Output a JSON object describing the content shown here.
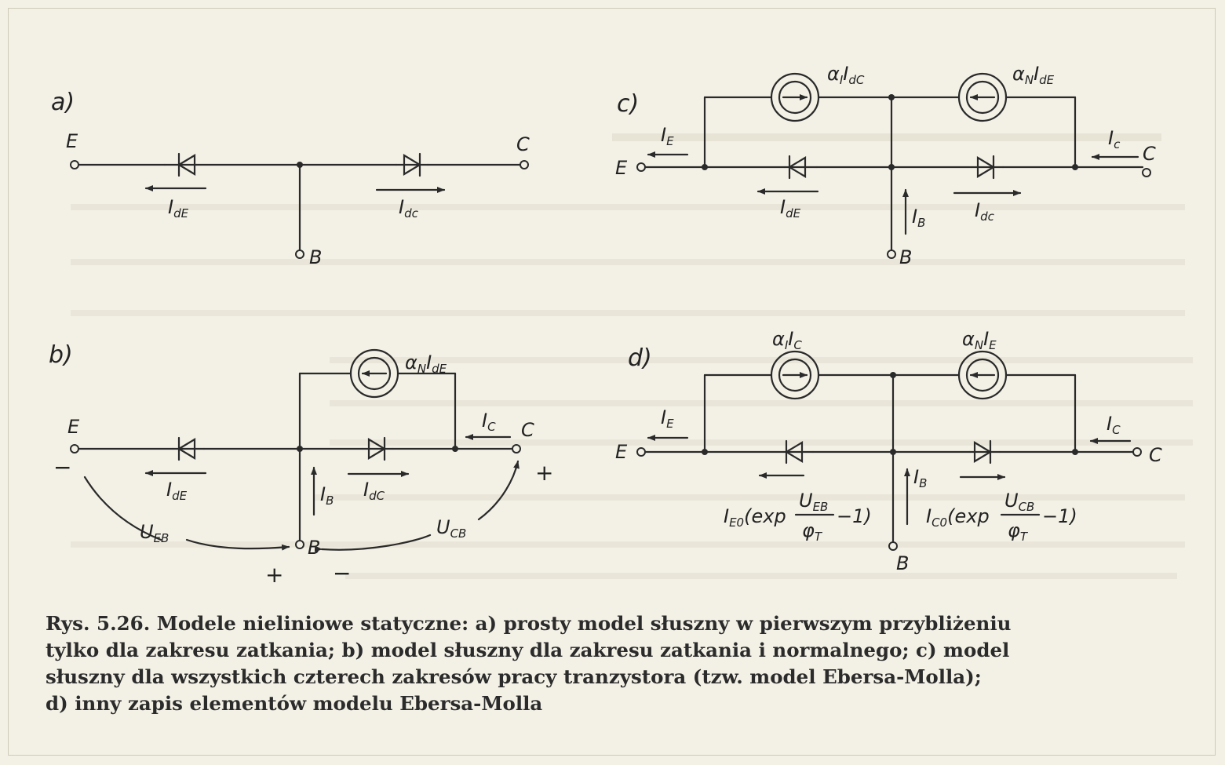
{
  "panels": {
    "a": {
      "tag": "a)",
      "terminals": {
        "emitter": "E",
        "collector": "C",
        "base": "B"
      },
      "currents": {
        "emitter_diode": "I",
        "emitter_diode_sub": "dE",
        "collector_diode": "I",
        "collector_diode_sub": "dc"
      }
    },
    "b": {
      "tag": "b)",
      "terminals": {
        "emitter": "E",
        "collector": "C",
        "base": "B"
      },
      "source": "α",
      "source_sub": "N",
      "source_i": "I",
      "source_i_sub": "dE",
      "currents": {
        "collector": "I",
        "collector_sub": "C",
        "emitter_diode": "I",
        "emitter_diode_sub": "dE",
        "base": "I",
        "base_sub": "B",
        "collector_diode": "I",
        "collector_diode_sub": "dC"
      },
      "voltages": {
        "ueb": "U",
        "ueb_sub": "EB",
        "ucb": "U",
        "ucb_sub": "CB"
      },
      "signs": {
        "e_minus": "−",
        "c_plus": "+",
        "b_plus": "+",
        "b_minus": "−"
      }
    },
    "c": {
      "tag": "c)",
      "terminals": {
        "emitter": "E",
        "collector": "C",
        "base": "B"
      },
      "source1": "α",
      "source1_sub": "I",
      "source1_i": "I",
      "source1_i_sub": "dC",
      "source2": "α",
      "source2_sub": "N",
      "source2_i": "I",
      "source2_i_sub": "dE",
      "currents": {
        "emitter": "I",
        "emitter_sub": "E",
        "collector": "I",
        "collector_sub": "c",
        "emitter_diode": "I",
        "emitter_diode_sub": "dE",
        "base": "I",
        "base_sub": "B",
        "collector_diode": "I",
        "collector_diode_sub": "dc"
      }
    },
    "d": {
      "tag": "d)",
      "terminals": {
        "emitter": "E",
        "collector": "C",
        "base": "B"
      },
      "source1": "α",
      "source1_sub": "I",
      "source1_i": "I",
      "source1_i_sub": "C",
      "source2": "α",
      "source2_sub": "N",
      "source2_i": "I",
      "source2_i_sub": "E",
      "currents": {
        "emitter": "I",
        "emitter_sub": "E",
        "collector": "I",
        "collector_sub": "C",
        "base": "I",
        "base_sub": "B"
      },
      "emitter_diode_eq": {
        "i": "I",
        "i_sub": "E0",
        "open": "(exp",
        "num": "U",
        "num_sub": "EB",
        "den": "φ",
        "den_sub": "T",
        "close": "−1)"
      },
      "collector_diode_eq": {
        "i": "I",
        "i_sub": "C0",
        "open": "(exp",
        "num": "U",
        "num_sub": "CB",
        "den": "φ",
        "den_sub": "T",
        "close": "−1)"
      }
    }
  },
  "caption": {
    "lines": [
      "Rys. 5.26. Modele nieliniowe statyczne: a) prosty model słuszny w pierwszym przybliżeniu",
      "tylko dla zakresu zatkania; b) model słuszny dla zakresu zatkania i normalnego; c) model",
      "słuszny dla wszystkich czterech zakresów pracy tranzystora (tzw. model Ebersa-Molla);",
      "d) inny zapis elementów modelu Ebersa-Molla"
    ]
  },
  "colors": {
    "ink": "#2a2a2a",
    "paper": "#f3f1e6"
  }
}
